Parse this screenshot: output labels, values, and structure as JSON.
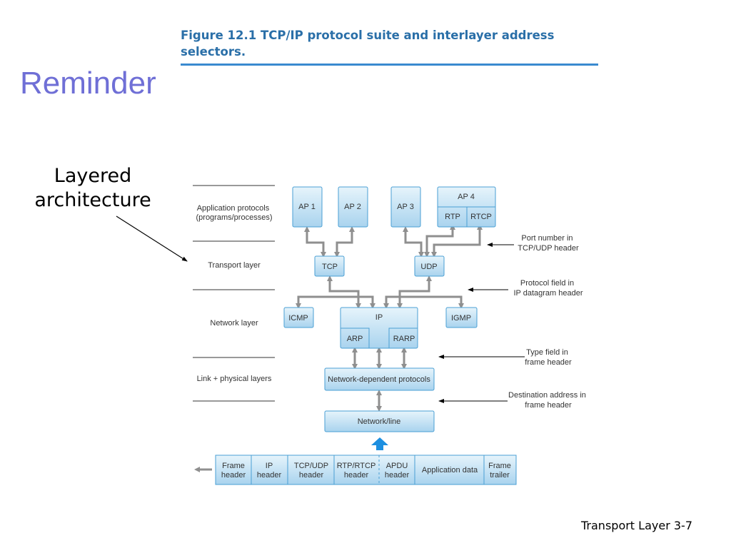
{
  "figure_caption": "Figure 12.1  TCP/IP protocol suite and interlayer address selectors.",
  "slide_title": "Reminder",
  "side_label": {
    "line1": "Layered",
    "line2": "architecture"
  },
  "layers": {
    "application": {
      "line1": "Application protocols",
      "line2": "(programs/processes)"
    },
    "transport": "Transport layer",
    "network": "Network layer",
    "link": "Link + physical layers"
  },
  "boxes": {
    "ap1": "AP 1",
    "ap2": "AP 2",
    "ap3": "AP 3",
    "ap4": "AP 4",
    "rtp": "RTP",
    "rtcp": "RTCP",
    "tcp": "TCP",
    "udp": "UDP",
    "icmp": "ICMP",
    "ip": "IP",
    "igmp": "IGMP",
    "arp": "ARP",
    "rarp": "RARP",
    "netdep": "Network-dependent protocols",
    "netline": "Network/line"
  },
  "annotations": {
    "port": {
      "line1": "Port number in",
      "line2": "TCP/UDP header"
    },
    "protocol": {
      "line1": "Protocol field in",
      "line2": "IP datagram header"
    },
    "type": {
      "line1": "Type field in",
      "line2": "frame header"
    },
    "dest": {
      "line1": "Destination address in",
      "line2": "frame header"
    }
  },
  "frame_cells": [
    {
      "line1": "Frame",
      "line2": "header"
    },
    {
      "line1": "IP",
      "line2": "header"
    },
    {
      "line1": "TCP/UDP",
      "line2": "header"
    },
    {
      "line1": "RTP/RTCP",
      "line2": "header"
    },
    {
      "line1": "APDU",
      "line2": "header"
    },
    {
      "line1": "Application data",
      "line2": ""
    },
    {
      "line1": "Frame",
      "line2": "trailer"
    }
  ],
  "footer": "Transport Layer 3-7",
  "colors": {
    "box_fill_top": "#e6f4fb",
    "box_fill_bottom": "#a9d3ee",
    "box_stroke": "#4a9fd4",
    "arrow_gray": "#8f8f8f",
    "title_purple": "#6f6fd6",
    "caption_blue": "#2a6fa8",
    "upload_arrow_blue": "#1d8fe0"
  }
}
